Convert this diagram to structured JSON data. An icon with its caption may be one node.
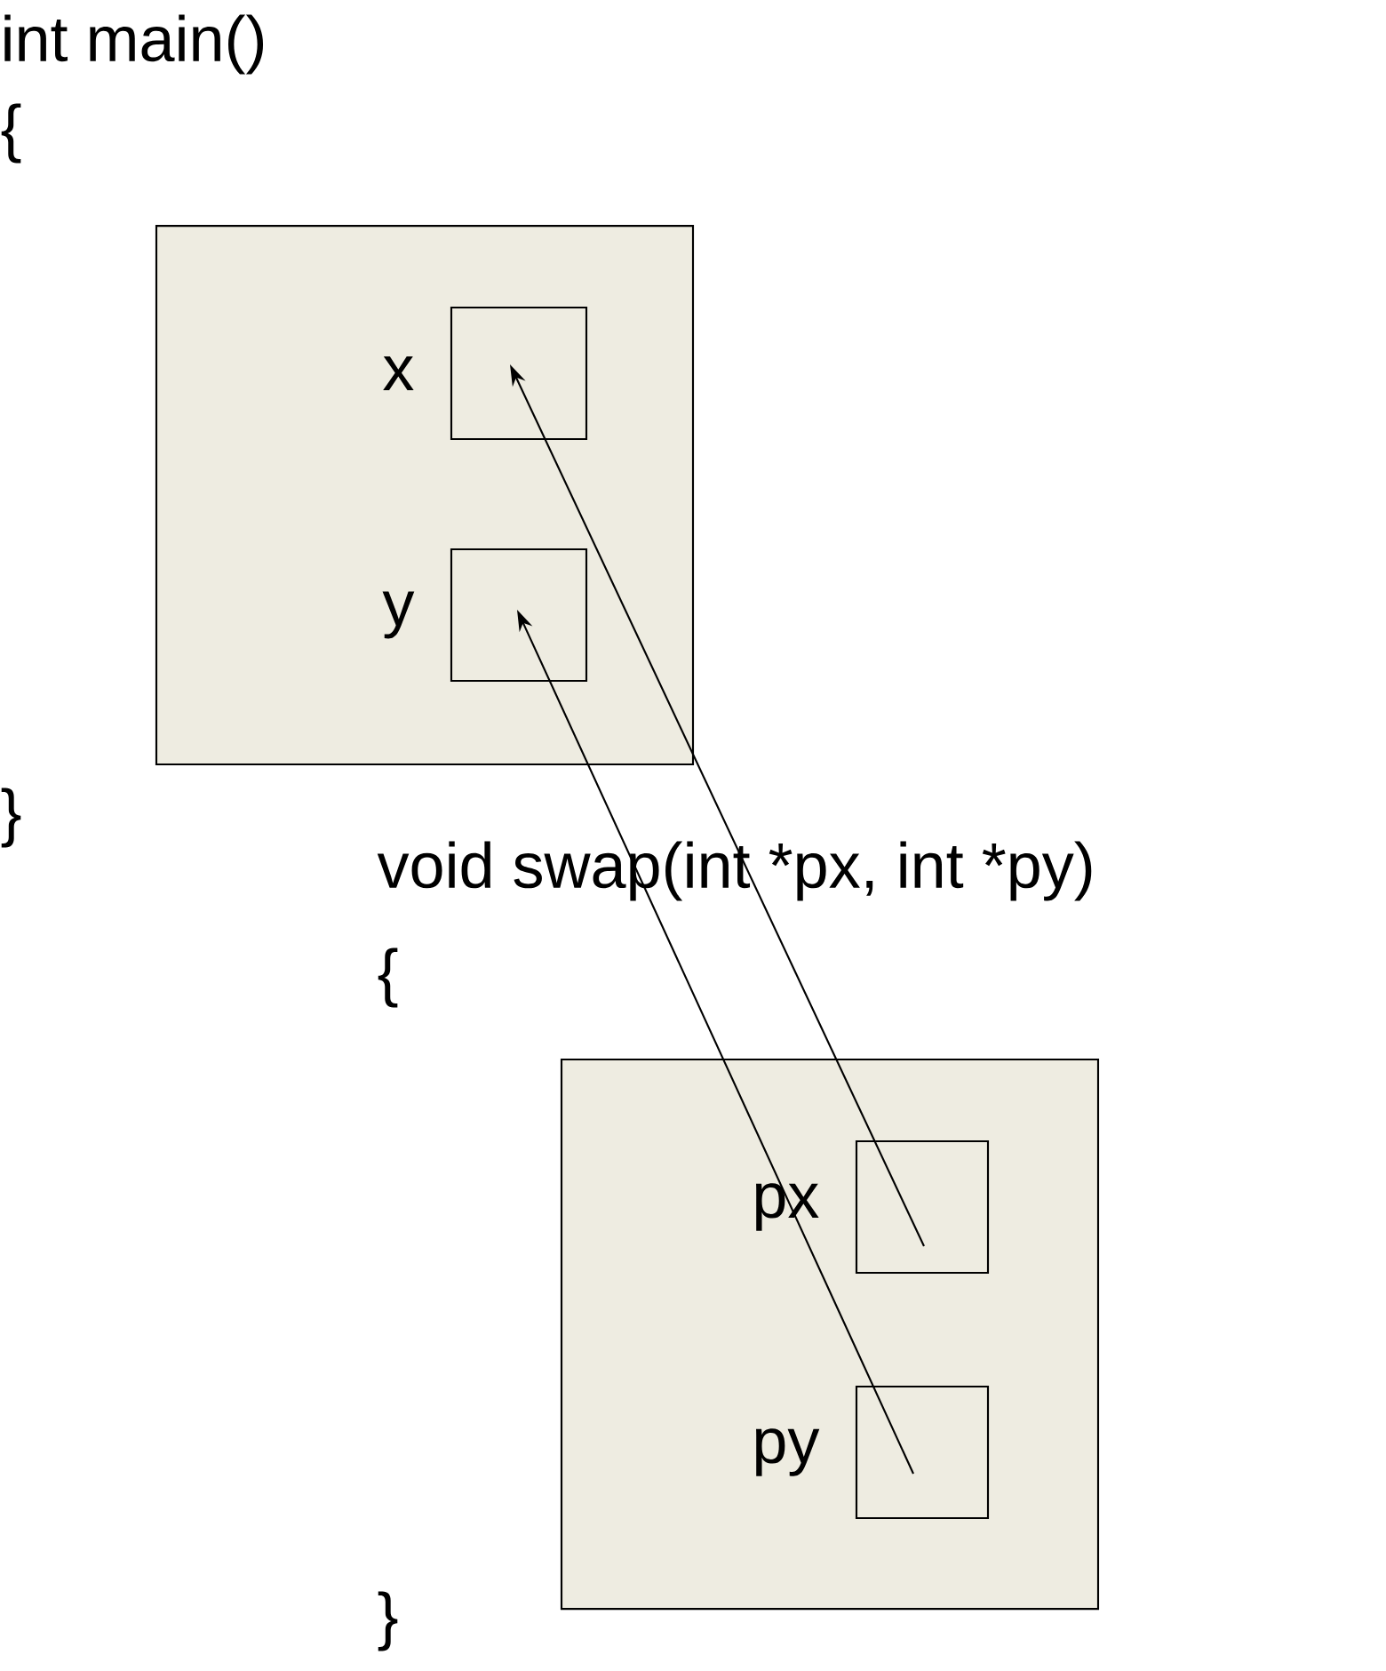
{
  "diagram": {
    "nodes": [
      {
        "text": [],
        "shape": "box"
      },
      {
        "text": [],
        "shape": "box",
        "in": 0,
        "beside": [
          "x"
        ]
      },
      {
        "text": [],
        "shape": "box",
        "in": 0,
        "beside": [
          "y"
        ]
      },
      {
        "text": [],
        "shape": "box"
      },
      {
        "text": [],
        "shape": "box",
        "in": 3,
        "beside": [
          "px"
        ]
      },
      {
        "text": [],
        "shape": "box",
        "in": 3,
        "beside": [
          "py"
        ]
      }
    ],
    "edges": [
      {
        "from": 4,
        "to": 1,
        "arrow": "to"
      },
      {
        "from": 5,
        "to": 2,
        "arrow": "to"
      }
    ],
    "labels": [
      "int main()",
      "{",
      "}",
      "void swap(int *px, int *py)",
      "{",
      "}"
    ]
  }
}
